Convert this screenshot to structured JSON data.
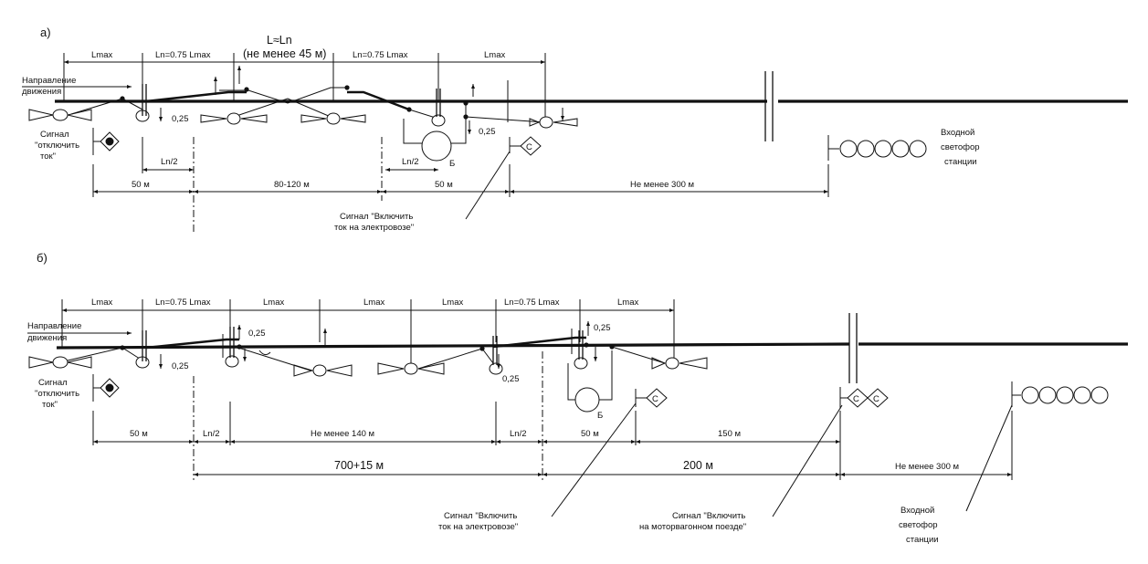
{
  "diagram_a": {
    "label": "а)",
    "top_dims": [
      "Lmax",
      "Ln=0.75 Lmax",
      "L≈Ln",
      "(не менее 45 м)",
      "Ln=0.75 Lmax",
      "Lmax"
    ],
    "direction": [
      "Направление",
      "движения"
    ],
    "signal_off": [
      "Сигнал",
      "\"отключить",
      "ток\""
    ],
    "mark_025": "0,25",
    "half_span": "Ln/2",
    "bottom_dims": [
      "50 м",
      "80-120 м",
      "50 м",
      "Не менее 300 м"
    ],
    "signal_on": [
      "Сигнал \"Включить",
      "ток на электровозе\""
    ],
    "entry_signal": [
      "Входной",
      "светофор",
      "станции"
    ],
    "small_b": "Б",
    "sign_letter": "С"
  },
  "diagram_b": {
    "label": "б)",
    "top_dims": [
      "Lmax",
      "Ln=0.75 Lmax",
      "Lmax",
      "Lmax",
      "Lmax",
      "Ln=0.75 Lmax",
      "Lmax"
    ],
    "direction": [
      "Направление",
      "движения"
    ],
    "signal_off": [
      "Сигнал",
      "\"отключить",
      "ток\""
    ],
    "mark_025": "0,25",
    "half_span": "Ln/2",
    "bottom_dims": [
      "50 м",
      "Ln/2",
      "Не менее 140 м",
      "Ln/2",
      "50 м",
      "150 м"
    ],
    "bottom_dims2": [
      "700+15 м",
      "200 м",
      "Не менее 300 м"
    ],
    "signal_on_loco": [
      "Сигнал \"Включить",
      "ток на электровозе\""
    ],
    "signal_on_emu": [
      "Сигнал \"Включить",
      "на моторвагонном поезде\""
    ],
    "entry_signal": [
      "Входной",
      "светофор",
      "станции"
    ],
    "small_b": "Б",
    "sign_letter": "С"
  }
}
